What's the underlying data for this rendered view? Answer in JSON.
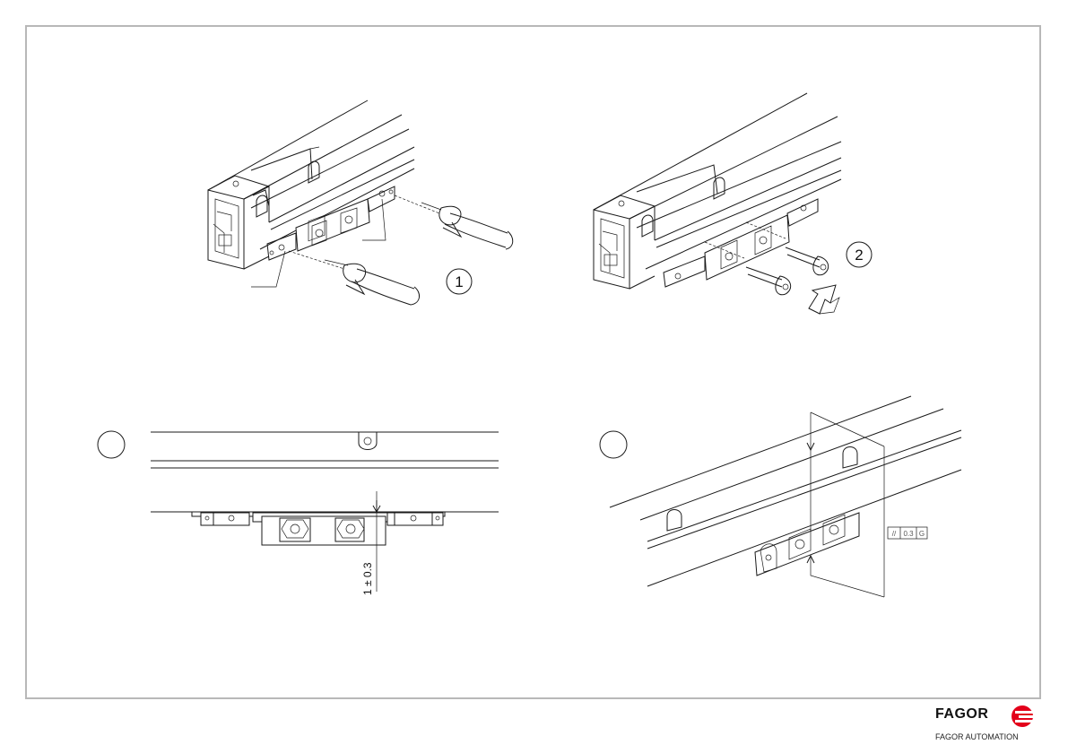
{
  "steps": {
    "step1": "1",
    "step2": "2",
    "step3": "",
    "step4": ""
  },
  "dimension": {
    "gap_label": "1 ± 0.3"
  },
  "tolerance_frame": {
    "symbol": "//",
    "value": "0.3",
    "datum": "G"
  },
  "brand": {
    "logo_text": "FAGOR",
    "company": "FAGOR AUTOMATION",
    "accent_color": "#e3001b"
  }
}
